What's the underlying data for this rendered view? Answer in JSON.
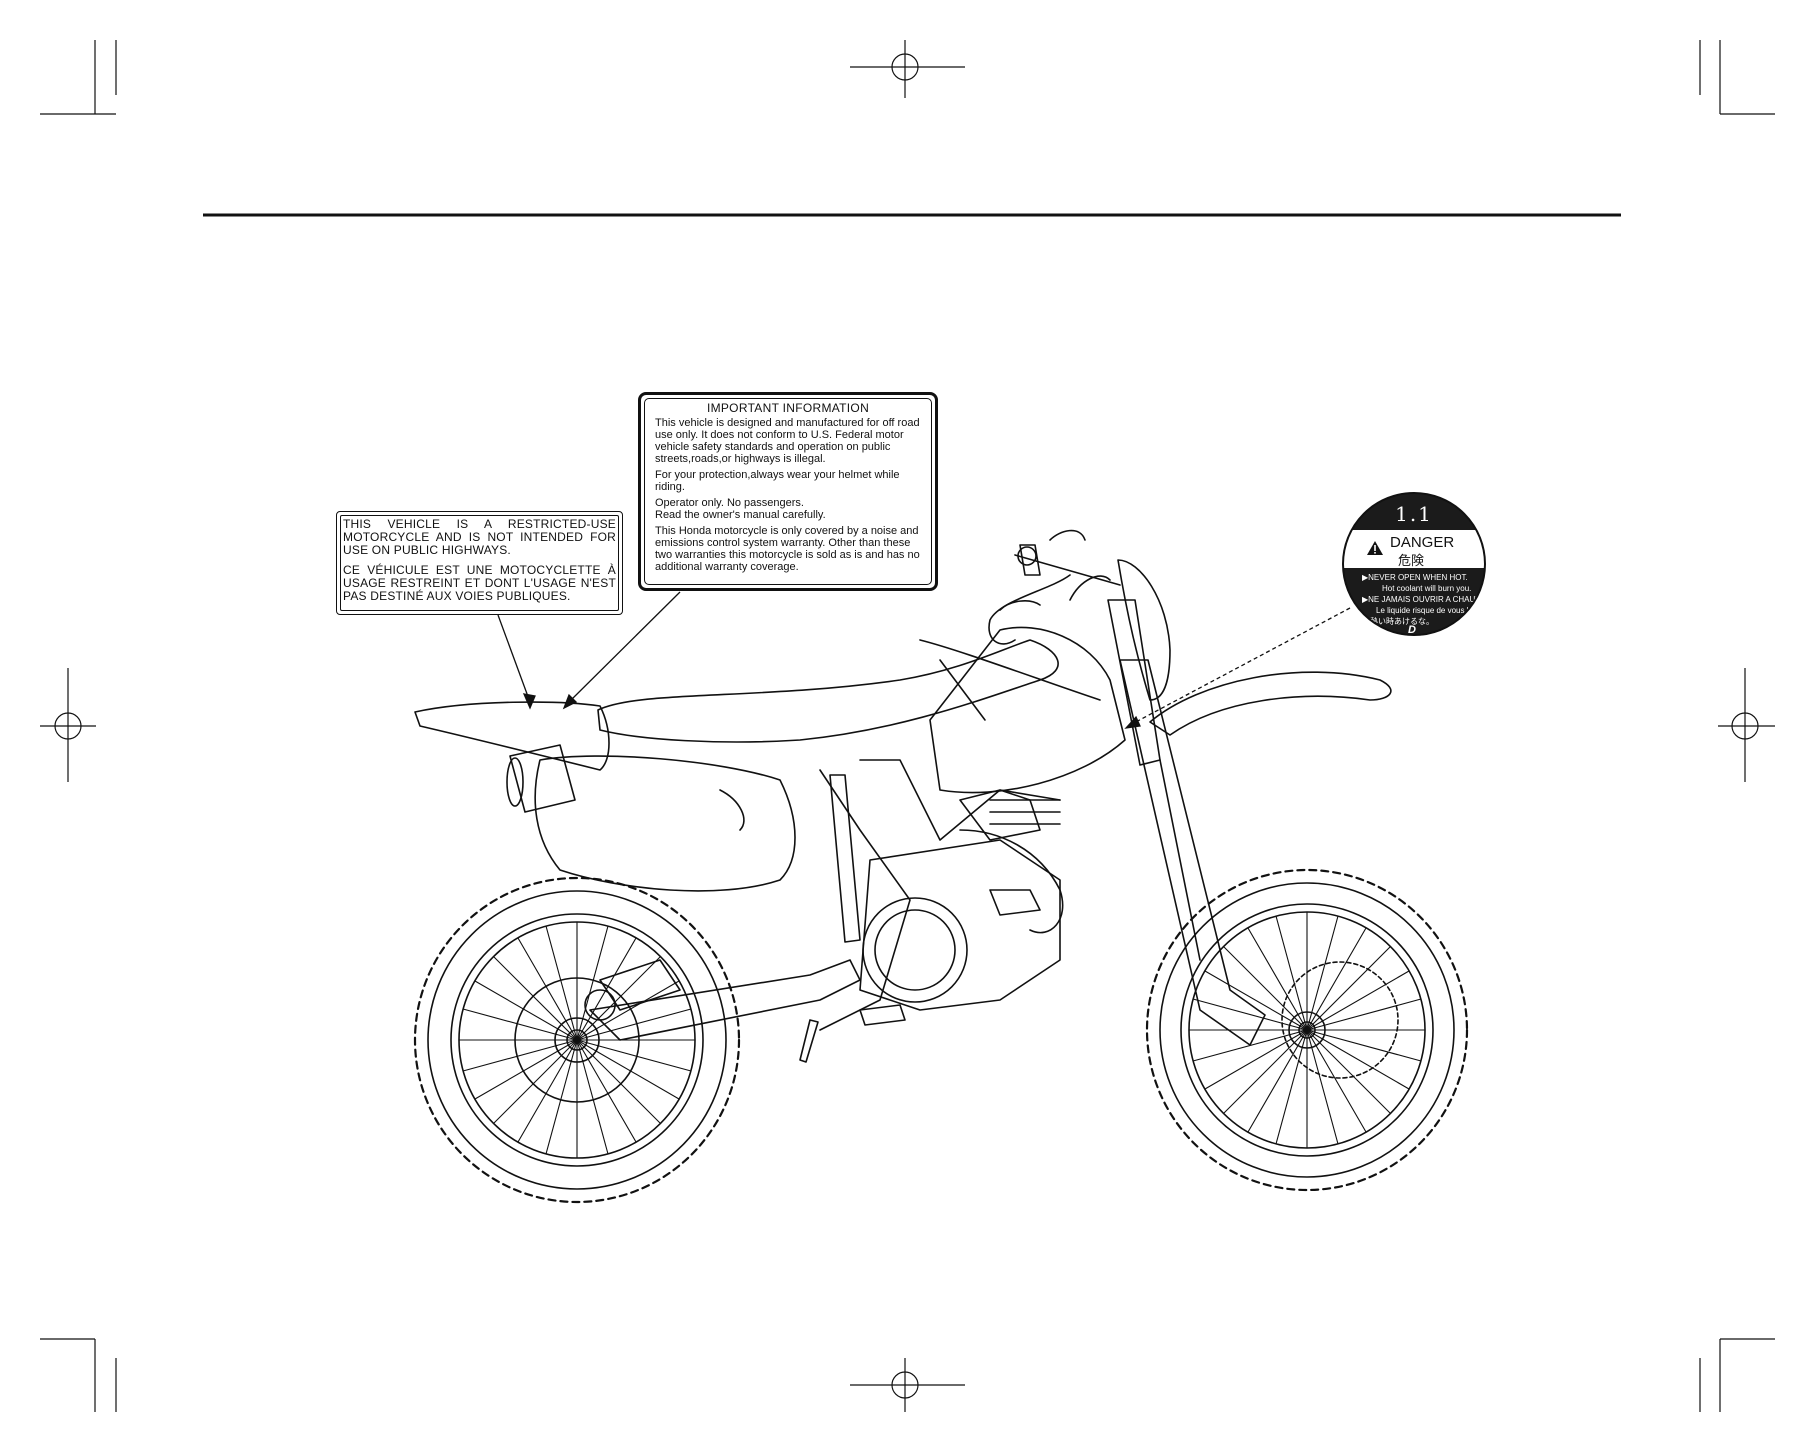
{
  "restricted_label": {
    "english": "THIS VEHICLE IS A RESTRICTED-USE MOTORCYCLE AND IS NOT INTENDED FOR USE ON PUBLIC HIGHWAYS.",
    "french": "CE VÉHICULE EST UNE MOTOCYCLETTE À USAGE RESTREINT ET DONT L'USAGE N'EST PAS DESTINÉ AUX VOIES PUBLIQUES."
  },
  "info_label": {
    "title": "IMPORTANT  INFORMATION",
    "paragraphs": [
      "This vehicle is designed and manufactured for off road use only. It does not conform to U.S. Federal motor vehicle safety standards and operation on public streets,roads,or highways is illegal.",
      "For your protection,always wear your helmet while riding.",
      "Operator only. No passengers.",
      "Read the owner's manual carefully.",
      "This Honda motorcycle is only covered by a noise and emissions  control system warranty. Other than these two warranties this motorcycle is sold as is and has no additional warranty coverage."
    ]
  },
  "danger_label": {
    "code": "1.1",
    "word": "DANGER",
    "kanji": "危険",
    "lines": [
      "▶NEVER OPEN WHEN HOT.",
      "Hot coolant will burn you.",
      "▶NE JAMAIS OUVRIR A CHAUD.",
      "Le liquide risque de vous brûler.",
      "▶熱い時あけるな。"
    ],
    "mark": "D"
  },
  "colors": {
    "ink": "#111111",
    "paper": "#ffffff",
    "label_dark": "#1b1b1b"
  }
}
